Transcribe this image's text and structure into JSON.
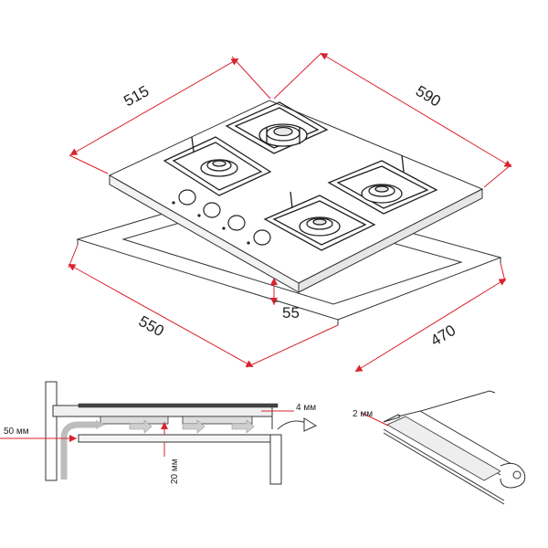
{
  "dimensions": {
    "depth_top": "515",
    "width_top": "590",
    "cutout_width": "550",
    "cutout_depth": "470",
    "height": "55"
  },
  "install_notes": {
    "left_gap": "50 мм",
    "vertical_gap": "20 мм",
    "front_gap": "4 мм",
    "seal_thickness": "2 мм"
  },
  "colors": {
    "dimension_line": "#d9232e",
    "outline": "#333333",
    "airflow": "#bdbdbd"
  }
}
